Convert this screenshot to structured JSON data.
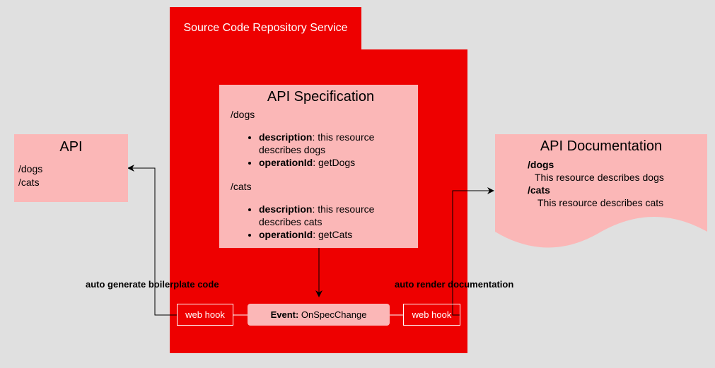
{
  "colors": {
    "background": "#e0e0e0",
    "repository": "#ee0000",
    "light_pink": "#fbb7b7",
    "arrow": "#000000"
  },
  "repository": {
    "title": "Source Code Repository Service"
  },
  "api_spec": {
    "title": "API Specification",
    "resources": [
      {
        "path": "/dogs",
        "description_key": "description",
        "description_text": ": this resource describes dogs",
        "operation_key": "operationId",
        "operation_text": ": getDogs"
      },
      {
        "path": "/cats",
        "description_key": "description",
        "description_text": ": this resource describes cats",
        "operation_key": "operationId",
        "operation_text": ": getCats"
      }
    ]
  },
  "api": {
    "title": "API",
    "paths": [
      "/dogs",
      "/cats"
    ]
  },
  "documentation": {
    "title": "API Documentation",
    "entries": [
      {
        "path": "/dogs",
        "text": "This resource describes dogs"
      },
      {
        "path": "/cats",
        "text": "This resource describes cats"
      }
    ]
  },
  "event": {
    "label_bold": "Event:",
    "label_rest": " OnSpecChange"
  },
  "webhooks": {
    "left": "web hook",
    "right": "web hook"
  },
  "edge_labels": {
    "left": "auto generate  boilerplate code",
    "right": "auto render  documentation"
  }
}
